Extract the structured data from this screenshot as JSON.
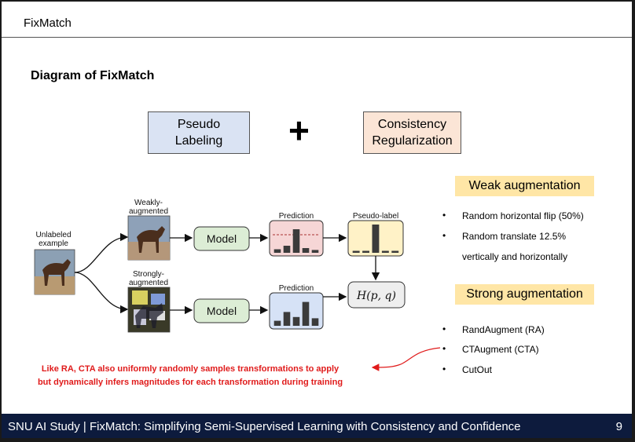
{
  "header": {
    "title": "FixMatch"
  },
  "section_title": "Diagram of FixMatch",
  "concepts": {
    "pseudo_line1": "Pseudo",
    "pseudo_line2": "Labeling",
    "plus": "+",
    "consistency_line1": "Consistency",
    "consistency_line2": "Regularization"
  },
  "diagram": {
    "unlabeled_line1": "Unlabeled",
    "unlabeled_line2": "example",
    "weak_line1": "Weakly-",
    "weak_line2": "augmented",
    "strong_line1": "Strongly-",
    "strong_line2": "augmented",
    "model_label": "Model",
    "prediction_label": "Prediction",
    "pseudo_label": "Pseudo-label",
    "loss_label": "H(p, q)",
    "weak_prediction_bars": [
      0.15,
      0.3,
      1.0,
      0.2,
      0.12
    ],
    "strong_prediction_bars": [
      0.2,
      0.55,
      0.35,
      0.95,
      0.3
    ],
    "pseudo_label_bars": [
      0,
      0,
      1.0,
      0,
      0
    ],
    "colors": {
      "model_fill": "#dcedd5",
      "weak_pred_fill": "#f6d6d6",
      "pseudo_fill": "#fff2c7",
      "strong_pred_fill": "#d6e2f6",
      "loss_fill": "#eeeeee"
    }
  },
  "weak_aug": {
    "title": "Weak augmentation",
    "items": [
      "Random horizontal flip (50%)",
      "Random translate 12.5%",
      "vertically and horizontally"
    ]
  },
  "strong_aug": {
    "title": "Strong augmentation",
    "items": [
      "RandAugment (RA)",
      "CTAugment (CTA)",
      "CutOut"
    ]
  },
  "note": {
    "line1": "Like RA, CTA also uniformly randomly samples transformations to apply",
    "line2": "but dynamically infers magnitudes for each transformation during training"
  },
  "footer": {
    "text": "SNU AI Study | FixMatch: Simplifying Semi-Supervised Learning with Consistency and Confidence",
    "page": "9"
  }
}
